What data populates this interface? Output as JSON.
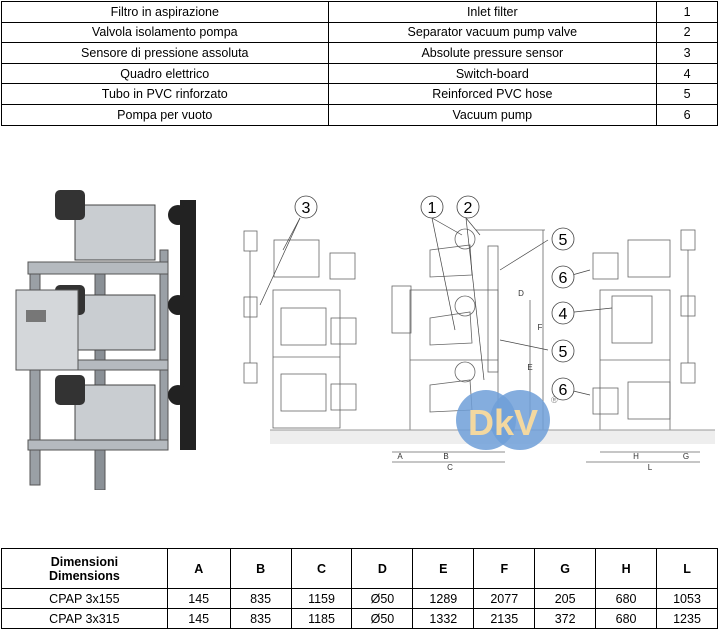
{
  "parts": [
    {
      "it": "Filtro in aspirazione",
      "en": "Inlet filter",
      "n": "1"
    },
    {
      "it": "Valvola isolamento pompa",
      "en": "Separator vacuum pump valve",
      "n": "2"
    },
    {
      "it": "Sensore di pressione assoluta",
      "en": "Absolute pressure sensor",
      "n": "3"
    },
    {
      "it": "Quadro elettrico",
      "en": "Switch-board",
      "n": "4"
    },
    {
      "it": "Tubo in PVC rinforzato",
      "en": "Reinforced PVC hose",
      "n": "5"
    },
    {
      "it": "Pompa per vuoto",
      "en": "Vacuum pump",
      "n": "6"
    }
  ],
  "drawing": {
    "callouts": {
      "c1": "1",
      "c2": "2",
      "c3": "3",
      "c4": "4",
      "c5a": "5",
      "c5b": "5",
      "c6a": "6",
      "c6b": "6"
    },
    "dims": {
      "A": "A",
      "B": "B",
      "C": "C",
      "D": "D",
      "E": "E",
      "F": "F",
      "G": "G",
      "H": "H",
      "L": "L"
    },
    "logo": "DkV",
    "registered": "®"
  },
  "dimensions": {
    "header_it": "Dimensioni",
    "header_en": "Dimensions",
    "columns": [
      "A",
      "B",
      "C",
      "D",
      "E",
      "F",
      "G",
      "H",
      "L"
    ],
    "rows": [
      {
        "model": "CPAP 3x155",
        "values": [
          "145",
          "835",
          "1159",
          "Ø50",
          "1289",
          "2077",
          "205",
          "680",
          "1053"
        ]
      },
      {
        "model": "CPAP 3x315",
        "values": [
          "145",
          "835",
          "1185",
          "Ø50",
          "1332",
          "2135",
          "372",
          "680",
          "1235"
        ]
      }
    ]
  }
}
